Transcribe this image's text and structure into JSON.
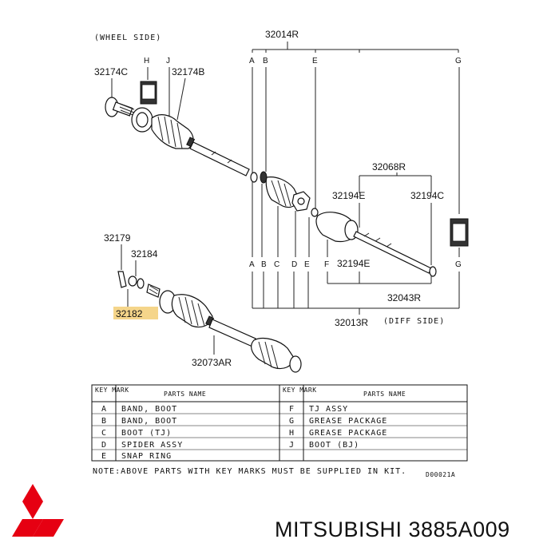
{
  "diagram": {
    "side_labels": {
      "wheel": "(WHEEL SIDE)",
      "diff": "(DIFF SIDE)"
    },
    "part_labels": {
      "p32014R": "32014R",
      "p32174C": "32174C",
      "p32174B": "32174B",
      "p32068R": "32068R",
      "p32194E_a": "32194E",
      "p32194C": "32194C",
      "p32194E_b": "32194E",
      "p32043R": "32043R",
      "p32013R": "32013R",
      "p32179": "32179",
      "p32184": "32184",
      "p32182": "32182",
      "p32073AR": "32073AR"
    },
    "key_letters_top": [
      "H",
      "J",
      "A",
      "B",
      "E",
      "G"
    ],
    "key_letters_bottom": [
      "A",
      "B",
      "C",
      "D",
      "E",
      "F",
      "G"
    ],
    "highlight_color": "#f5d58a",
    "code": "D00021A"
  },
  "table": {
    "header": {
      "key_mark": "KEY MARK",
      "parts_name": "PARTS NAME"
    },
    "left_rows": [
      {
        "key": "A",
        "name": "BAND, BOOT"
      },
      {
        "key": "B",
        "name": "BAND, BOOT"
      },
      {
        "key": "C",
        "name": "BOOT (TJ)"
      },
      {
        "key": "D",
        "name": "SPIDER ASSY"
      },
      {
        "key": "E",
        "name": "SNAP RING"
      }
    ],
    "right_rows": [
      {
        "key": "F",
        "name": "TJ ASSY"
      },
      {
        "key": "G",
        "name": "GREASE PACKAGE"
      },
      {
        "key": "H",
        "name": "GREASE PACKAGE"
      },
      {
        "key": "J",
        "name": "BOOT (BJ)"
      },
      {
        "key": "",
        "name": ""
      }
    ],
    "note": "NOTE:ABOVE PARTS WITH KEY MARKS MUST BE SUPPLIED IN KIT."
  },
  "brand": {
    "name": "MITSUBISHI 3885A009",
    "logo_color": "#e60012"
  }
}
